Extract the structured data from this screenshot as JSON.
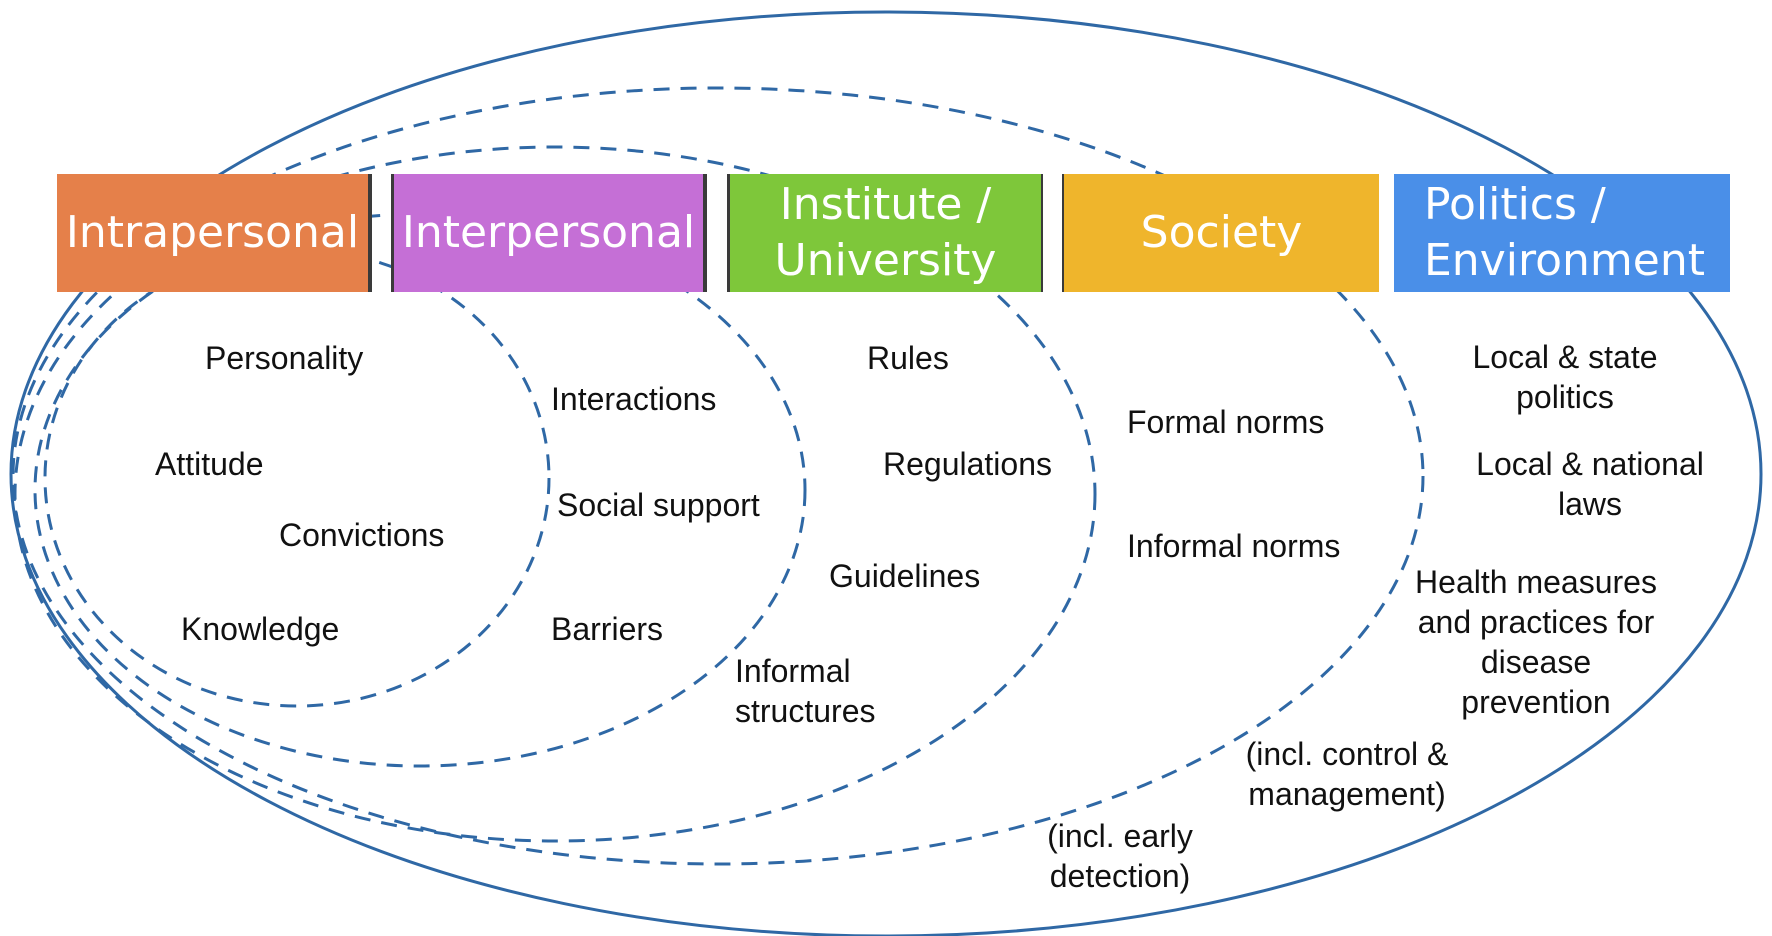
{
  "colors": {
    "outline": "#2f68a5",
    "intrapersonal": "#e5804a",
    "interpersonal": "#c56fd6",
    "institute": "#7ec73a",
    "society": "#efb52c",
    "politics": "#4a8fe8"
  },
  "headers": {
    "intrapersonal": "Intrapersonal",
    "interpersonal": "Interpersonal",
    "institute": "Institute /\nUniversity",
    "society": "Society",
    "politics": "Politics /\nEnvironment"
  },
  "intrapersonal_items": {
    "personality": "Personality",
    "attitude": "Attitude",
    "convictions": "Convictions",
    "knowledge": "Knowledge"
  },
  "interpersonal_items": {
    "interactions": "Interactions",
    "social_support": "Social support",
    "barriers": "Barriers"
  },
  "institute_items": {
    "rules": "Rules",
    "regulations": "Regulations",
    "guidelines": "Guidelines",
    "informal_structures": "Informal\nstructures"
  },
  "society_items": {
    "formal_norms": "Formal norms",
    "informal_norms": "Informal norms"
  },
  "politics_items": {
    "local_state_politics": "Local & state\npolitics",
    "local_national_laws": "Local & national\nlaws",
    "health_measures": "Health measures\nand practices for\ndisease\nprevention",
    "incl_control": "(incl. control &\nmanagement)",
    "incl_early_detection": "(incl. early\ndetection)"
  }
}
